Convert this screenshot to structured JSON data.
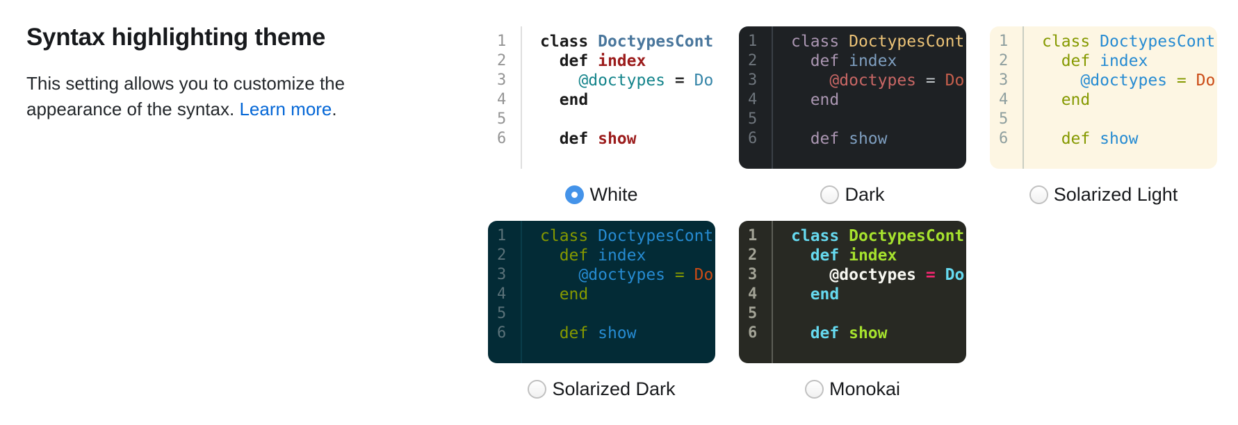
{
  "header": {
    "title": "Syntax highlighting theme"
  },
  "description": {
    "text": "This setting allows you to customize the appearance of the syntax.",
    "link_label": "Learn more",
    "suffix": ".",
    "link_color": "#0366d6"
  },
  "code_sample": {
    "lines": [
      {
        "n": "1",
        "tokens": [
          {
            "t": "kw",
            "v": "class"
          },
          {
            "t": "pl",
            "v": " "
          },
          {
            "t": "cls",
            "v": "DoctypesCont"
          }
        ]
      },
      {
        "n": "2",
        "tokens": [
          {
            "t": "pl",
            "v": "  "
          },
          {
            "t": "kw",
            "v": "def"
          },
          {
            "t": "pl",
            "v": " "
          },
          {
            "t": "fn",
            "v": "index"
          }
        ]
      },
      {
        "n": "3",
        "tokens": [
          {
            "t": "pl",
            "v": "    "
          },
          {
            "t": "ivar",
            "v": "@doctypes"
          },
          {
            "t": "pl",
            "v": " "
          },
          {
            "t": "op",
            "v": "="
          },
          {
            "t": "pl",
            "v": " "
          },
          {
            "t": "const",
            "v": "Do"
          }
        ]
      },
      {
        "n": "4",
        "tokens": [
          {
            "t": "pl",
            "v": "  "
          },
          {
            "t": "kw",
            "v": "end"
          }
        ]
      },
      {
        "n": "5",
        "tokens": []
      },
      {
        "n": "6",
        "tokens": [
          {
            "t": "pl",
            "v": "  "
          },
          {
            "t": "kw",
            "v": "def"
          },
          {
            "t": "pl",
            "v": " "
          },
          {
            "t": "fn",
            "v": "show"
          }
        ]
      }
    ]
  },
  "radio_group": {
    "selected_theme": "White",
    "selected_fill": "#4493e9",
    "unselected_border": "#c0c0c0"
  },
  "themes": [
    {
      "id": "white",
      "label": "White",
      "selected": true,
      "colors": {
        "bg": "#ffffff",
        "line_number": "#949494",
        "gutter_border": "#dedede",
        "num_bold": false,
        "code_bold": false,
        "tokens": {
          "pl": {
            "c": "#333333",
            "b": false
          },
          "kw": {
            "c": "#1a1a1a",
            "b": true
          },
          "cls": {
            "c": "#49769c",
            "b": true
          },
          "fn": {
            "c": "#9b1b1b",
            "b": true
          },
          "ivar": {
            "c": "#12838a",
            "b": false
          },
          "op": {
            "c": "#2b2b2b",
            "b": true
          },
          "const": {
            "c": "#3585a8",
            "b": false
          }
        }
      }
    },
    {
      "id": "dark",
      "label": "Dark",
      "selected": false,
      "colors": {
        "bg": "#1e2124",
        "line_number": "#6f767d",
        "gutter_border": "#3b4046",
        "num_bold": false,
        "code_bold": false,
        "tokens": {
          "pl": {
            "c": "#c5c8c6",
            "b": false
          },
          "kw": {
            "c": "#ab96b2",
            "b": false
          },
          "cls": {
            "c": "#ecc377",
            "b": false
          },
          "fn": {
            "c": "#7f9fc0",
            "b": false
          },
          "ivar": {
            "c": "#c96765",
            "b": false
          },
          "op": {
            "c": "#c3c8cc",
            "b": false
          },
          "const": {
            "c": "#c65f4d",
            "b": false
          }
        }
      }
    },
    {
      "id": "solarized-light",
      "label": "Solarized Light",
      "selected": false,
      "colors": {
        "bg": "#fdf6e3",
        "line_number": "#8d9e9e",
        "gutter_border": "#c9cec2",
        "num_bold": false,
        "code_bold": false,
        "tokens": {
          "pl": {
            "c": "#657b83",
            "b": false
          },
          "kw": {
            "c": "#859900",
            "b": false
          },
          "cls": {
            "c": "#268bd2",
            "b": false
          },
          "fn": {
            "c": "#268bd2",
            "b": false
          },
          "ivar": {
            "c": "#268bd2",
            "b": false
          },
          "op": {
            "c": "#859900",
            "b": false
          },
          "const": {
            "c": "#cb4b16",
            "b": false
          }
        }
      }
    },
    {
      "id": "solarized-dark",
      "label": "Solarized Dark",
      "selected": false,
      "colors": {
        "bg": "#032b36",
        "line_number": "#5b7279",
        "gutter_border": "#0a3d4a",
        "num_bold": false,
        "code_bold": false,
        "tokens": {
          "pl": {
            "c": "#839496",
            "b": false
          },
          "kw": {
            "c": "#859900",
            "b": false
          },
          "cls": {
            "c": "#268bd2",
            "b": false
          },
          "fn": {
            "c": "#268bd2",
            "b": false
          },
          "ivar": {
            "c": "#268bd2",
            "b": false
          },
          "op": {
            "c": "#859900",
            "b": false
          },
          "const": {
            "c": "#cb4b16",
            "b": false
          }
        }
      }
    },
    {
      "id": "monokai",
      "label": "Monokai",
      "selected": false,
      "colors": {
        "bg": "#282923",
        "line_number": "#a3a396",
        "gutter_border": "#5d5e56",
        "num_bold": true,
        "code_bold": true,
        "tokens": {
          "pl": {
            "c": "#f8f8f2",
            "b": false
          },
          "kw": {
            "c": "#66d9ef",
            "b": false
          },
          "cls": {
            "c": "#a6e22e",
            "b": false
          },
          "fn": {
            "c": "#a6e22e",
            "b": false
          },
          "ivar": {
            "c": "#f8f8f2",
            "b": false
          },
          "op": {
            "c": "#f92672",
            "b": false
          },
          "const": {
            "c": "#66d9ef",
            "b": false
          }
        }
      }
    }
  ]
}
